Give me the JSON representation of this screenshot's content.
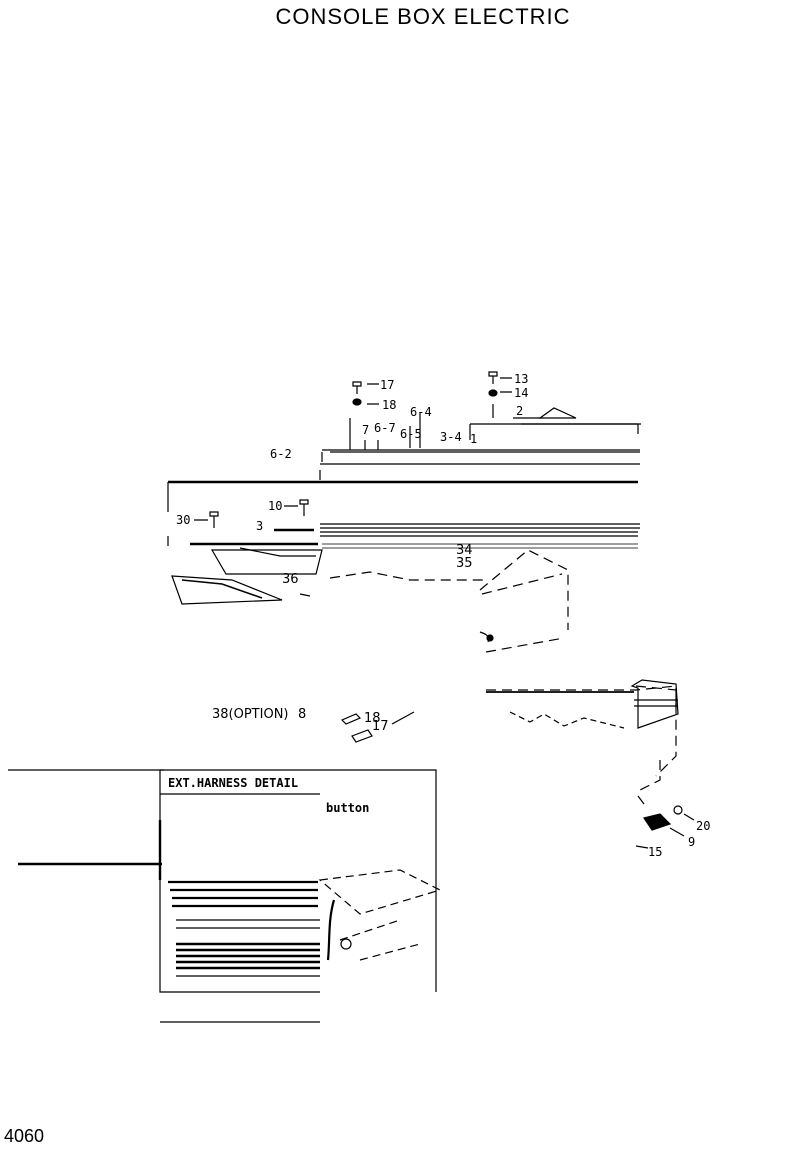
{
  "header": {
    "title": "CONSOLE BOX ELECTRIC"
  },
  "footer": {
    "page_number": "4060"
  },
  "callouts": {
    "c17": "17",
    "c18": "18",
    "c13": "13",
    "c14": "14",
    "c2": "2",
    "c6_4": "6-4",
    "c7": "7",
    "c6_7": "6-7",
    "c6_5": "6-5",
    "c3_4": "3-4",
    "c1": "1",
    "c6_2": "6-2",
    "c10": "10",
    "c30": "30",
    "c3": "3",
    "c34": "34",
    "c35": "35",
    "c36": "36",
    "c38": "38(OPTION)",
    "c8": "8",
    "c18b": "18",
    "c17b": "17",
    "c20": "20",
    "c9": "9",
    "c15": "15"
  },
  "detail_box": {
    "title": "EXT.HARNESS DETAIL",
    "label": "button"
  }
}
